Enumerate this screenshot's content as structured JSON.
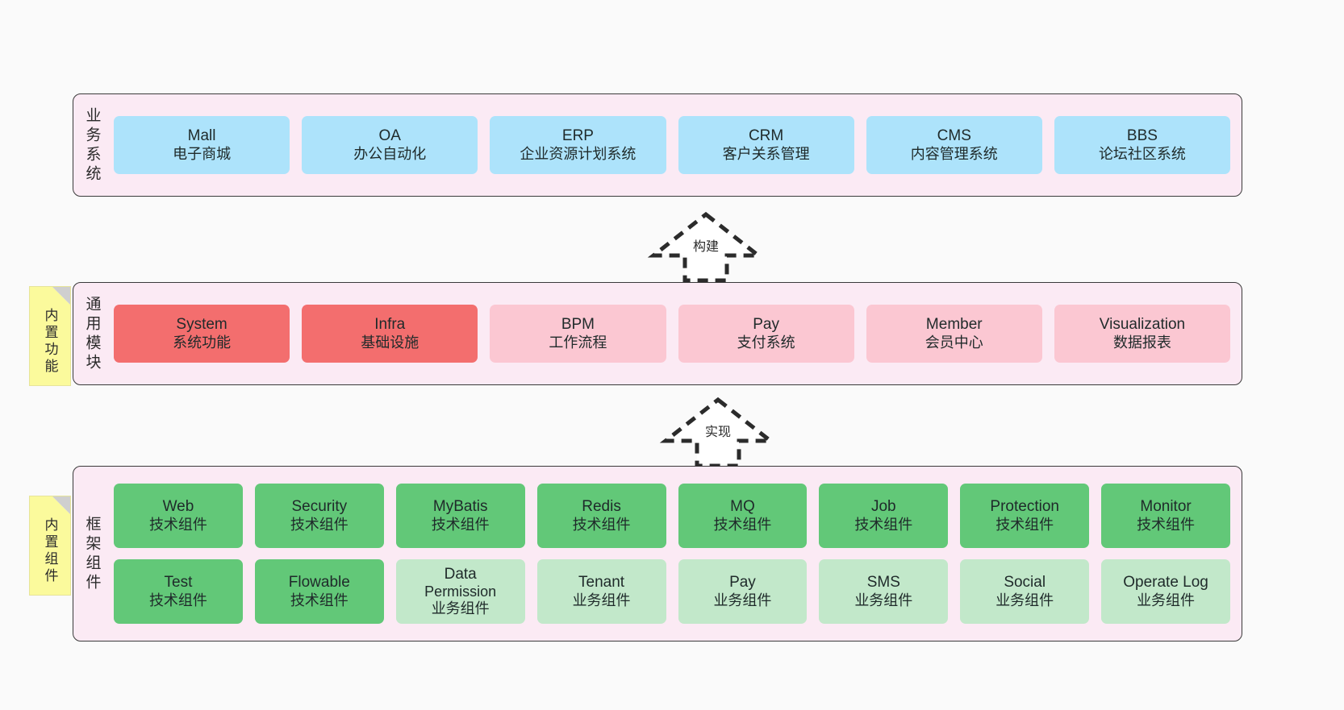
{
  "layers": [
    {
      "key": "business",
      "title": "业务系统",
      "rows": [
        {
          "style": "c-blue",
          "cells": [
            {
              "l1": "Mall",
              "l2": "电子商城"
            },
            {
              "l1": "OA",
              "l2": "办公自动化"
            },
            {
              "l1": "ERP",
              "l2": "企业资源计划系统"
            },
            {
              "l1": "CRM",
              "l2": "客户关系管理"
            },
            {
              "l1": "CMS",
              "l2": "内容管理系统"
            },
            {
              "l1": "BBS",
              "l2": "论坛社区系统"
            }
          ]
        }
      ]
    },
    {
      "key": "common",
      "title": "通用模块",
      "note": "内置功能",
      "rows": [
        {
          "cells": [
            {
              "l1": "System",
              "l2": "系统功能",
              "style": "c-red"
            },
            {
              "l1": "Infra",
              "l2": "基础设施",
              "style": "c-red"
            },
            {
              "l1": "BPM",
              "l2": "工作流程",
              "style": "c-pink"
            },
            {
              "l1": "Pay",
              "l2": "支付系统",
              "style": "c-pink"
            },
            {
              "l1": "Member",
              "l2": "会员中心",
              "style": "c-pink"
            },
            {
              "l1": "Visualization",
              "l2": "数据报表",
              "style": "c-pink"
            }
          ]
        }
      ]
    },
    {
      "key": "framework",
      "title": "框架组件",
      "note": "内置组件",
      "rows": [
        {
          "cells": [
            {
              "l1": "Web",
              "l2": "技术组件",
              "style": "c-green"
            },
            {
              "l1": "Security",
              "l2": "技术组件",
              "style": "c-green"
            },
            {
              "l1": "MyBatis",
              "l2": "技术组件",
              "style": "c-green"
            },
            {
              "l1": "Redis",
              "l2": "技术组件",
              "style": "c-green"
            },
            {
              "l1": "MQ",
              "l2": "技术组件",
              "style": "c-green"
            },
            {
              "l1": "Job",
              "l2": "技术组件",
              "style": "c-green"
            },
            {
              "l1": "Protection",
              "l2": "技术组件",
              "style": "c-green"
            },
            {
              "l1": "Monitor",
              "l2": "技术组件",
              "style": "c-green"
            }
          ]
        },
        {
          "cells": [
            {
              "l1": "Test",
              "l2": "技术组件",
              "style": "c-green"
            },
            {
              "l1": "Flowable",
              "l2": "技术组件",
              "style": "c-green"
            },
            {
              "l1": "Data",
              "l2": "Permission",
              "l3": "业务组件",
              "style": "c-lightgreen"
            },
            {
              "l1": "Tenant",
              "l2": "业务组件",
              "style": "c-lightgreen"
            },
            {
              "l1": "Pay",
              "l2": "业务组件",
              "style": "c-lightgreen"
            },
            {
              "l1": "SMS",
              "l2": "业务组件",
              "style": "c-lightgreen"
            },
            {
              "l1": "Social",
              "l2": "业务组件",
              "style": "c-lightgreen"
            },
            {
              "l1": "Operate Log",
              "l2": "业务组件",
              "style": "c-lightgreen"
            }
          ]
        }
      ]
    }
  ],
  "connectors": [
    {
      "key": "build",
      "label": "构建"
    },
    {
      "key": "implement",
      "label": "实现"
    }
  ],
  "colors": {
    "panel_bg": "#fbeaf4",
    "panel_border": "#3a3a3a",
    "blue": "#ade3fb",
    "red": "#f36e6e",
    "pink": "#fbc7d2",
    "green": "#62c878",
    "light_green": "#c2e8ca",
    "note_yellow": "#fbfa9c",
    "canvas_bg": "#fafafa"
  }
}
